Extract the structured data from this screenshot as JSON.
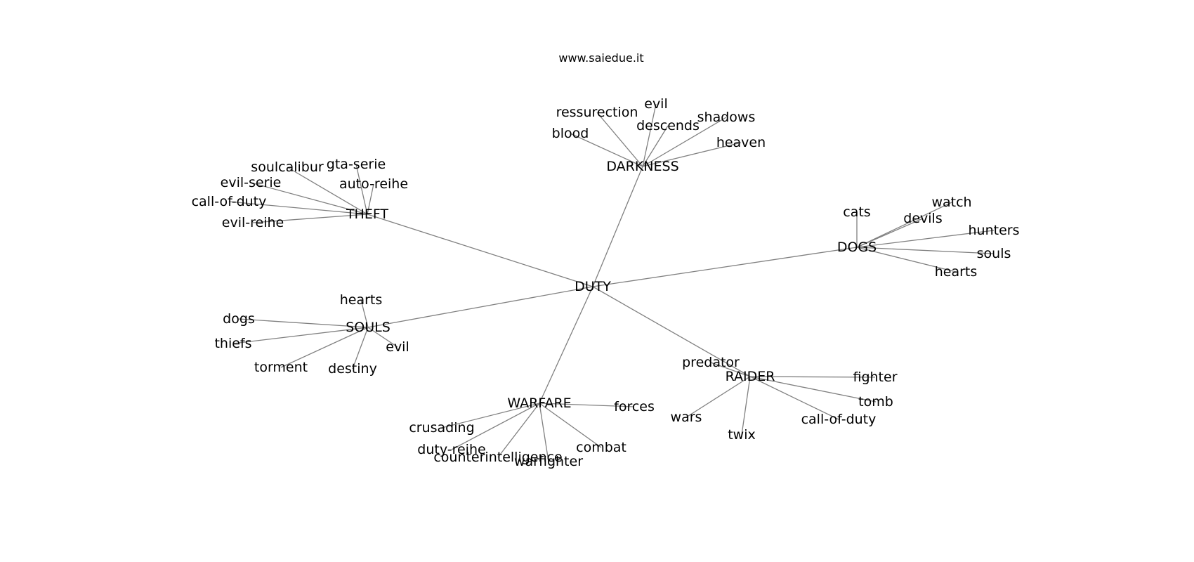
{
  "title": "www.saiedue.it",
  "center": "DUTY",
  "hubs": [
    {
      "label": "DARKNESS",
      "leaves": [
        "ressurection",
        "evil",
        "descends",
        "shadows",
        "blood",
        "heaven"
      ]
    },
    {
      "label": "THEFT",
      "leaves": [
        "soulcalibur",
        "gta-serie",
        "evil-serie",
        "auto-reihe",
        "call-of-duty",
        "evil-reihe"
      ]
    },
    {
      "label": "DOGS",
      "leaves": [
        "cats",
        "watch",
        "devils",
        "hunters",
        "souls",
        "hearts"
      ]
    },
    {
      "label": "SOULS",
      "leaves": [
        "hearts",
        "dogs",
        "thiefs",
        "evil",
        "torment",
        "destiny"
      ]
    },
    {
      "label": "RAIDER",
      "leaves": [
        "predator",
        "fighter",
        "tomb",
        "call-of-duty",
        "wars",
        "twix"
      ]
    },
    {
      "label": "WARFARE",
      "leaves": [
        "forces",
        "crusading",
        "duty-reihe",
        "counterintelligence",
        "warfighter",
        "combat"
      ]
    }
  ]
}
